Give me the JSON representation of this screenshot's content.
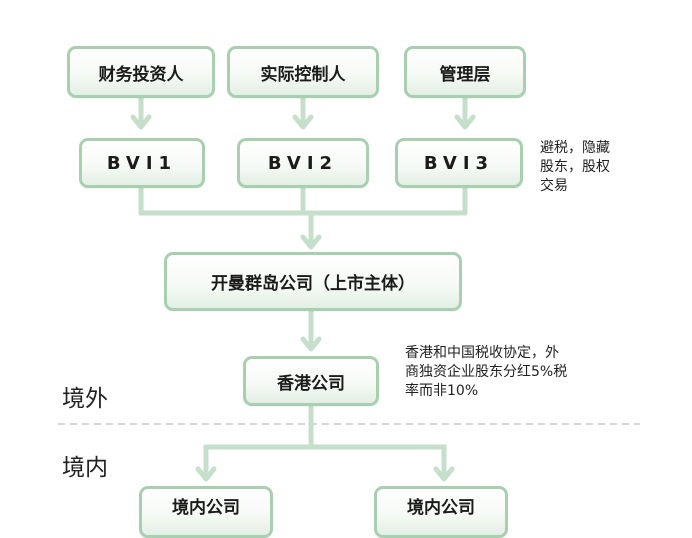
{
  "nodes": {
    "financial_investor": "财务投资人",
    "actual_controller": "实际控制人",
    "management": "管理层",
    "bvi1": "BVI1",
    "bvi2": "BVI2",
    "bvi3": "BVI3",
    "cayman": "开曼群岛公司（上市主体）",
    "hongkong": "香港公司",
    "domestic_a": "境内公司",
    "domestic_b": "境内公司"
  },
  "notes": {
    "bvi_note": [
      "避税，隐藏",
      "股东，股权",
      "交易"
    ],
    "hk_note": [
      "香港和中国税收协定，外",
      "商独资企业股东分红5%税",
      "率而非10%"
    ]
  },
  "regions": {
    "offshore": "境外",
    "onshore": "境内"
  },
  "colors": {
    "connector": "#c5dfcb",
    "border": "#a9cfb1",
    "divider": "#c8c8c8"
  }
}
